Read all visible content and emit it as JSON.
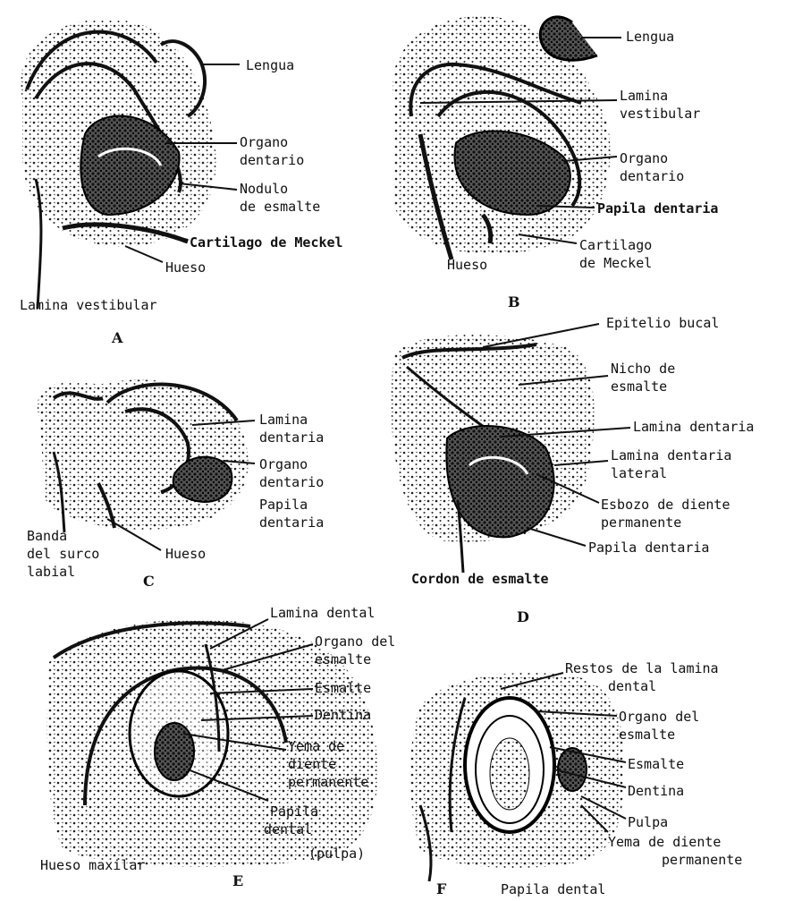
{
  "panels": {
    "A": {
      "letter": "A",
      "labels": {
        "lengua": "Lengua",
        "organo_1": "Organo",
        "organo_2": "dentario",
        "nodulo_1": "Nodulo",
        "nodulo_2": "de esmalte",
        "cartilago": "Cartilago de Meckel",
        "hueso": "Hueso",
        "lamina_vestibular": "Lamina vestibular"
      }
    },
    "B": {
      "letter": "B",
      "labels": {
        "lengua": "Lengua",
        "lamina_1": "Lamina",
        "lamina_2": "vestibular",
        "organo_1": "Organo",
        "organo_2": "dentario",
        "papila": "Papila dentaria",
        "cartilago_1": "Cartilago",
        "cartilago_2": "de Meckel",
        "hueso": "Hueso"
      }
    },
    "C": {
      "letter": "C",
      "labels": {
        "lamina_1": "Lamina",
        "lamina_2": "dentaria",
        "organo_1": "Organo",
        "organo_2": "dentario",
        "papila_1": "Papila",
        "papila_2": "dentaria",
        "banda_1": "Banda",
        "banda_2": "del surco",
        "banda_3": "labial",
        "hueso": "Hueso"
      }
    },
    "D": {
      "letter": "D",
      "labels": {
        "epitelio": "Epitelio bucal",
        "nicho_1": "Nicho de",
        "nicho_2": "esmalte",
        "lamina_dentaria": "Lamina dentaria",
        "lamina_lat_1": "Lamina dentaria",
        "lamina_lat_2": "lateral",
        "esbozo_1": "Esbozo de diente",
        "esbozo_2": "permanente",
        "papila": "Papila dentaria",
        "cordon": "Cordon de esmalte"
      }
    },
    "E": {
      "letter": "E",
      "labels": {
        "lamina": "Lamina dental",
        "organo_1": "Organo del",
        "organo_2": "esmalte",
        "esmalte": "Esmalte",
        "dentina": "Dentina",
        "yema_1": "Yema de",
        "yema_2": "diente",
        "yema_3": "permanente",
        "papila_1": "Papila",
        "papila_2": "dental",
        "papila_3": "(pulpa)",
        "hueso": "Hueso maxilar"
      }
    },
    "F": {
      "letter": "F",
      "labels": {
        "restos_1": "Restos de la lamina",
        "restos_2": "dental",
        "organo_1": "Organo del",
        "organo_2": "esmalte",
        "esmalte": "Esmalte",
        "dentina": "Dentina",
        "pulpa": "Pulpa",
        "yema_1": "Yema de diente",
        "yema_2": "permanente",
        "papila": "Papila dental"
      }
    }
  }
}
